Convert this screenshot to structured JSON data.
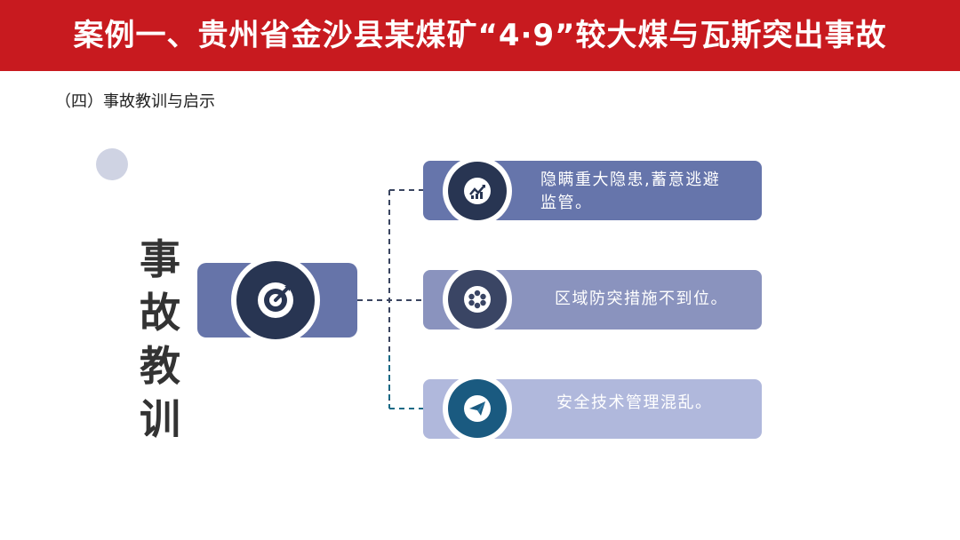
{
  "header": {
    "title": "案例一、贵州省金沙县某煤矿“4·9”较大煤与瓦斯突出事故"
  },
  "section": {
    "subtitle": "（四）事故教训与启示"
  },
  "center": {
    "chars": [
      "事",
      "故",
      "教",
      "训"
    ],
    "icon": "target-icon"
  },
  "lessons": [
    {
      "text": "隐瞒重大隐患,蓄意逃避监管。",
      "icon": "chart-icon",
      "color": "#6675ab"
    },
    {
      "text": "区域防突措施不到位。",
      "icon": "film-reel-icon",
      "color": "#8a93be"
    },
    {
      "text": "安全技术管理混乱。",
      "icon": "paper-plane-icon",
      "color": "#b0b8dc"
    }
  ],
  "colors": {
    "header": "#c81a1f",
    "center_box": "#6674a9",
    "icon_dark": "#283552",
    "icon_teal": "#1a5a80"
  }
}
